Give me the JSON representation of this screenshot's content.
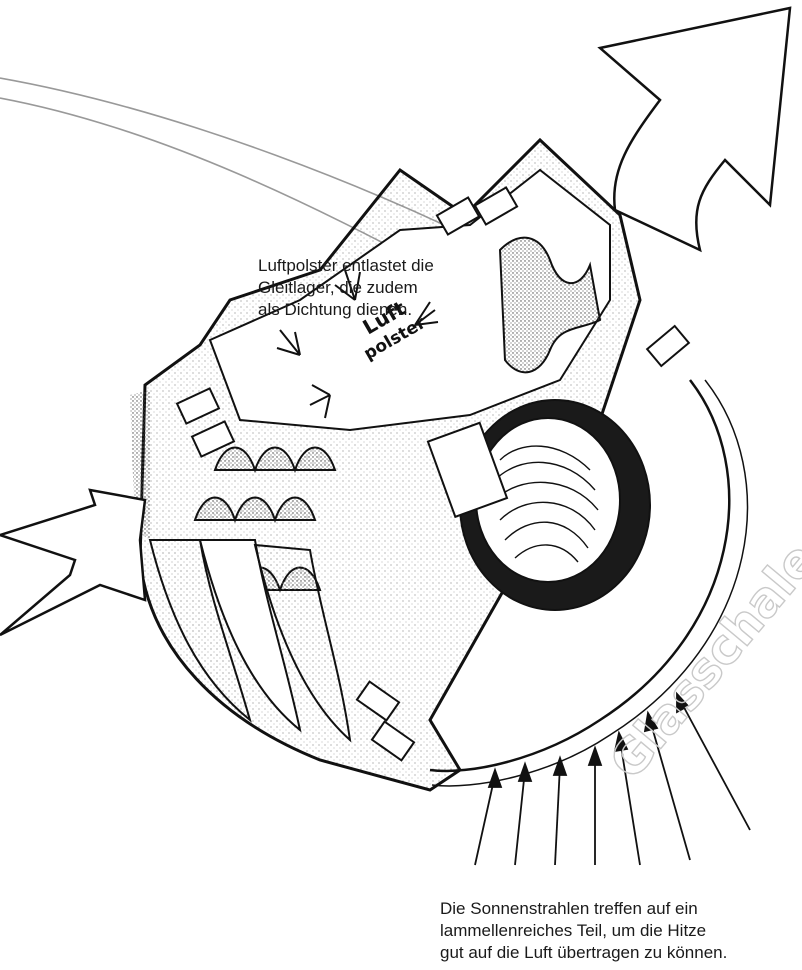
{
  "captions": {
    "air_cushion": [
      "Luftpolster entlastet die",
      "Gleitlager, die zudem",
      "als Dichtung dienen."
    ],
    "sun_rays": [
      "Die Sonnenstrahlen treffen auf ein",
      "lammellenreiches Teil, um die Hitze",
      "gut auf die Luft übertragen zu können."
    ]
  },
  "drawing_labels": {
    "luft": "Luft",
    "polster": "polster",
    "glasschale": "Glasschale"
  },
  "colors": {
    "ink": "#111111",
    "stipple": "#9a9a9a",
    "pointer_line": "#999999",
    "watermark": "#c9c9c9"
  }
}
